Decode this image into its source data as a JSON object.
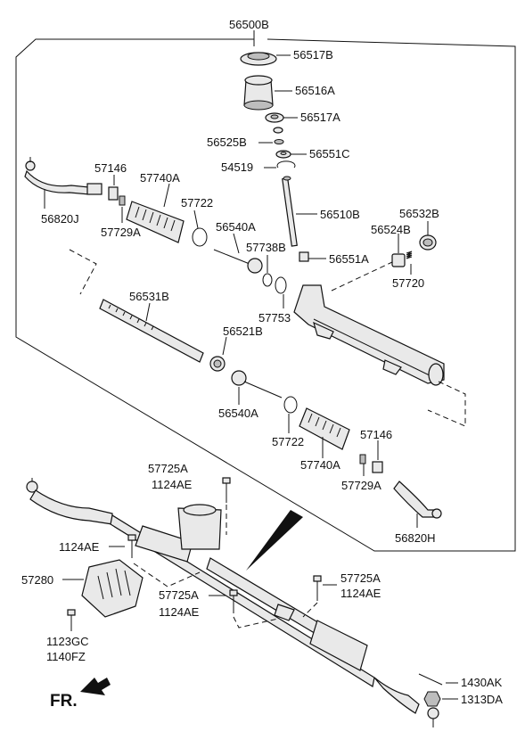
{
  "diagram": {
    "labels": {
      "main_assembly": "56500B",
      "seal_top": "56517B",
      "yoke_housing": "56516A",
      "seal_mid": "56517A",
      "ring_b": "56525B",
      "oil_seal_c": "56551C",
      "snap_ring": "54519",
      "pinion": "56510B",
      "plug_b": "56532B",
      "yoke_b": "56524B",
      "spring": "57720",
      "nut_a": "56551A",
      "tie_rod_end_left": "56820J",
      "clip_nut_left": "57146",
      "clip_left": "57729A",
      "boot_left": "57740A",
      "band_left": "57722",
      "inner_rod_upper": "56540A",
      "ring_57738b": "57738B",
      "ring_57753": "57753",
      "rack_bar": "56531B",
      "bushing": "56521B",
      "inner_rod_lower": "56540A",
      "band_right": "57722",
      "boot_right": "57740A",
      "clip_nut_right": "57146",
      "clip_right": "57729A",
      "tie_rod_end_right": "56820H",
      "bolt_upper_a": "57725A",
      "bolt_upper_b": "1124AE",
      "bolt_left": "1124AE",
      "heat_shield": "57280",
      "bolt_mid_a": "57725A",
      "bolt_mid_b": "1124AE",
      "bolt_right_a": "57725A",
      "bolt_right_b": "1124AE",
      "shield_bolt_a": "1123GC",
      "shield_bolt_b": "1140FZ",
      "split_pin": "1430AK",
      "castle_nut": "1313DA",
      "front_indicator": "FR."
    },
    "icons": {
      "front_arrow": "arrow-left-icon"
    }
  }
}
